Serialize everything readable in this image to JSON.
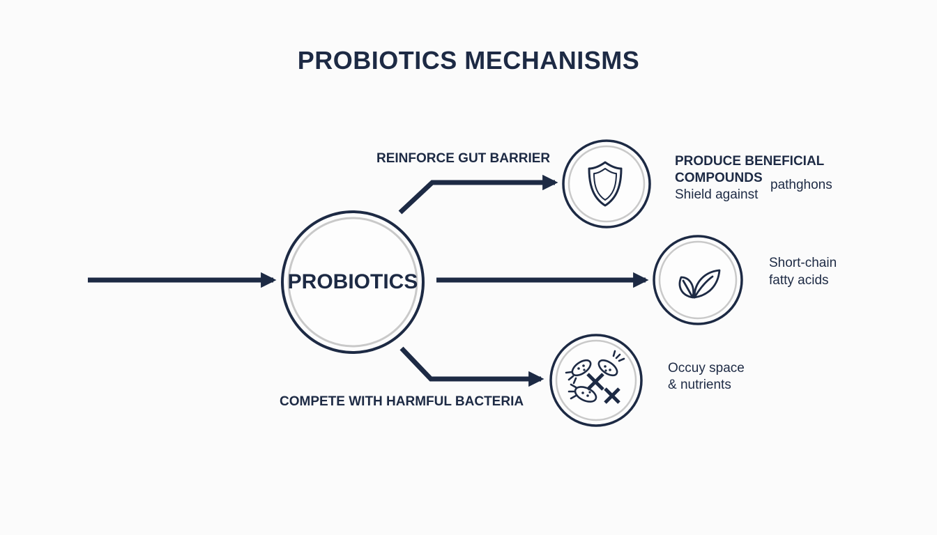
{
  "title": "PROBIOTICS MECHANISMS",
  "center": {
    "label": "PROBIOTICS"
  },
  "branches": {
    "top": {
      "label": "REINFORCE GUT BARRIER",
      "icon": "shield-icon"
    },
    "middle": {
      "icon": "leaf-icon"
    },
    "bottom": {
      "label": "COMPETE WITH HARMFUL BACTERIA",
      "icon": "bacteria-blocked-icon"
    }
  },
  "notes": {
    "top_heading_line1": "PRODUCE BENEFICIAL",
    "top_heading_line2": "COMPOUNDS",
    "top_line3": "Shield against",
    "top_extra": "pathghons",
    "middle_line1": "Short-chain",
    "middle_line2": "fatty acids",
    "bottom_line1": "Occuy space",
    "bottom_line2": "& nutrients"
  },
  "colors": {
    "primary": "#1d2a44",
    "ring": "#c9c9c9",
    "background": "#fbfbfb"
  }
}
